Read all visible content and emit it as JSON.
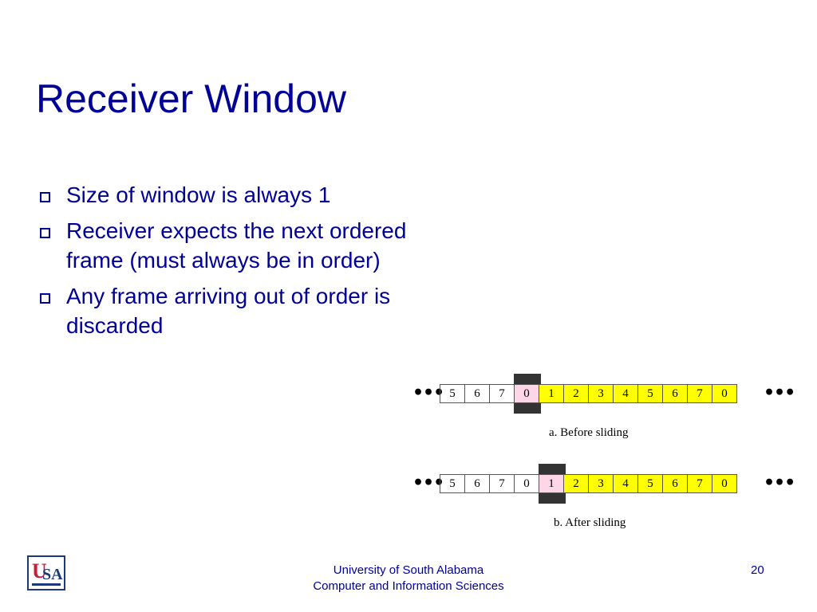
{
  "slide": {
    "title": "Receiver Window",
    "bullets": [
      "Size of window is always 1",
      "Receiver expects the next ordered frame (must always be in order)",
      "Any frame arriving out of order is discarded"
    ]
  },
  "diagram": {
    "before": {
      "caption": "a. Before sliding",
      "dots": "•••",
      "cells": [
        "5",
        "6",
        "7",
        "0",
        "1",
        "2",
        "3",
        "4",
        "5",
        "6",
        "7",
        "0"
      ],
      "window_index": 3
    },
    "after": {
      "caption": "b. After sliding",
      "dots": "•••",
      "cells": [
        "5",
        "6",
        "7",
        "0",
        "1",
        "2",
        "3",
        "4",
        "5",
        "6",
        "7",
        "0"
      ],
      "window_index": 4
    },
    "colors": {
      "window": "#ffd6e8",
      "future": "#ffff00",
      "window_caps": "#333333"
    }
  },
  "footer": {
    "line1": "University of South Alabama",
    "line2": "Computer and Information Sciences",
    "page_number": "20",
    "logo_u": "U",
    "logo_sa": "SA"
  },
  "theme": {
    "text_color": "#000099"
  }
}
